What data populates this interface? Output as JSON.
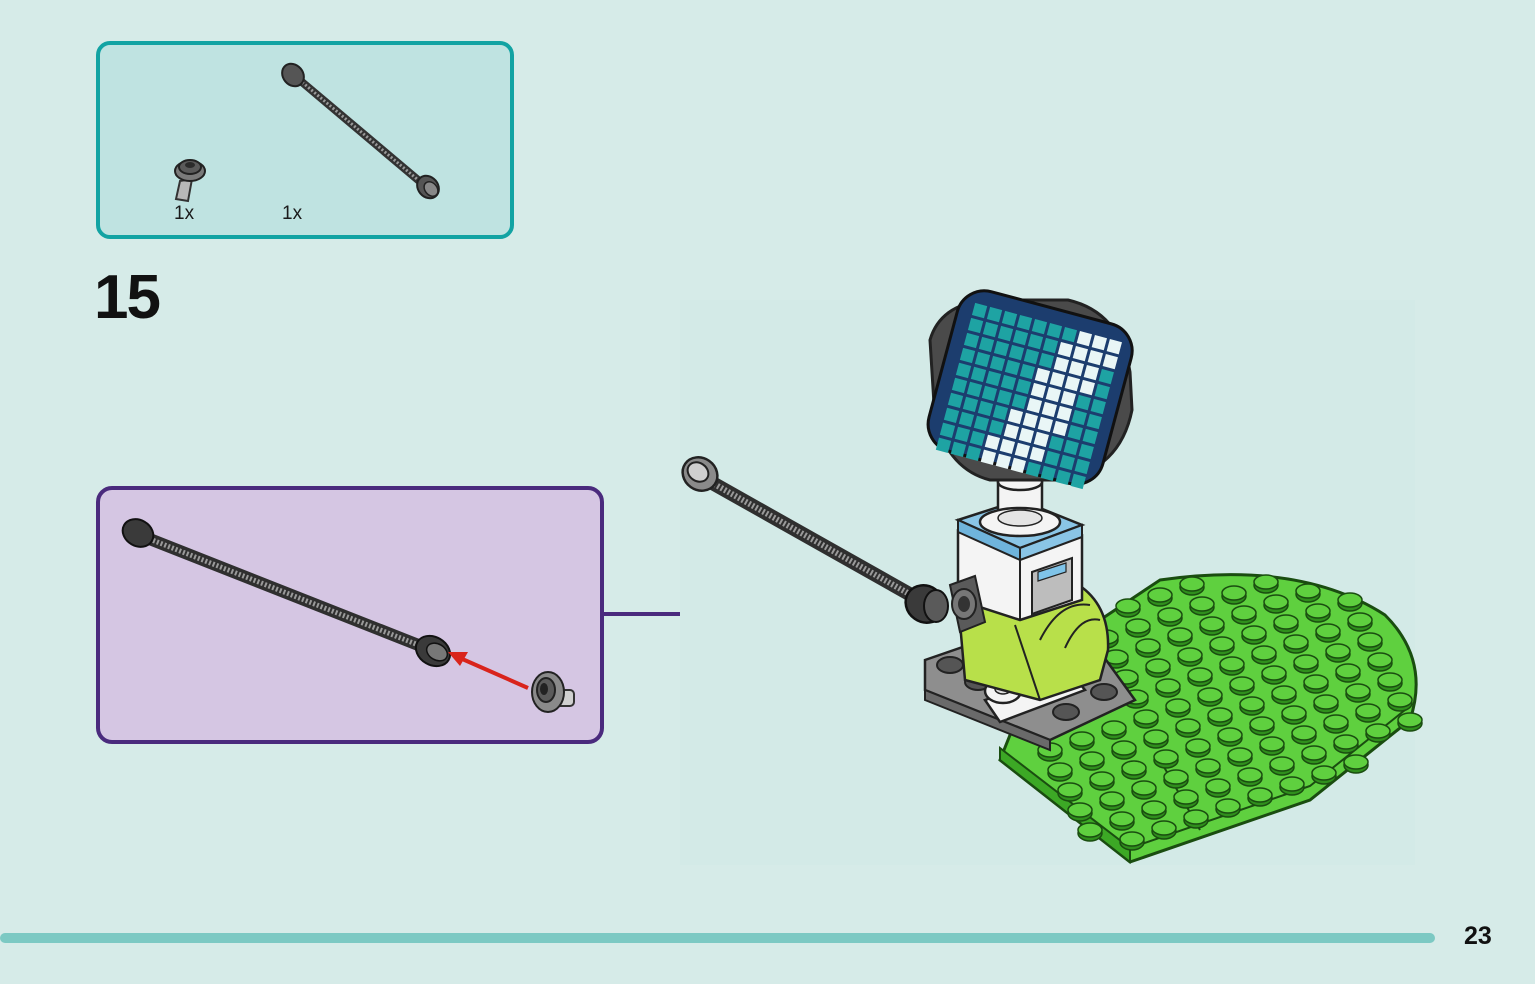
{
  "parts_list": {
    "items": [
      {
        "quantity": "1x",
        "part": "connector-piece-icon"
      },
      {
        "quantity": "1x",
        "part": "flexible-tube-icon"
      }
    ]
  },
  "step": {
    "number": "15"
  },
  "footer": {
    "page_number": "23"
  },
  "colors": {
    "background": "#d6ebe8",
    "parts_box_border": "#12a3a3",
    "callout_border": "#4a2a7d",
    "callout_fill": "#d5c6e3",
    "arrow": "#4a2a7d",
    "insert_arrow": "#d9241c",
    "baseplate_green": "#5fd03f",
    "lime": "#b8e04a",
    "solar_panel": "#1c3d6e",
    "footer_bar": "#7cc9c3"
  }
}
